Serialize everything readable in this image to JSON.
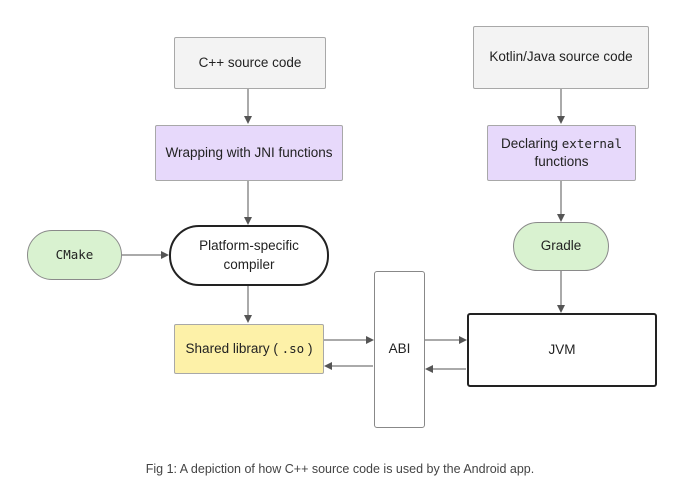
{
  "nodes": {
    "cpp_source": {
      "label": "C++ source code"
    },
    "wrapping_jni": {
      "label": "Wrapping with JNI functions"
    },
    "cmake": {
      "label": "CMake"
    },
    "compiler": {
      "label_line1": "Platform-specific",
      "label_line2": "compiler"
    },
    "shared_library": {
      "prefix": "Shared library (",
      "code": ".so",
      "suffix": ")"
    },
    "abi": {
      "label": "ABI"
    },
    "kotlin_source": {
      "label": "Kotlin/Java source code"
    },
    "declaring_external": {
      "prefix": "Declaring",
      "code": "external",
      "suffix": "functions"
    },
    "gradle": {
      "label": "Gradle"
    },
    "jvm": {
      "label": "JVM"
    }
  },
  "caption": "Fig 1: A depiction of how C++ source code is used by the Android app.",
  "colors": {
    "source_fill": "#f3f3f3",
    "jni_fill": "#e7d9fb",
    "tool_fill": "#d9f2d0",
    "library_fill": "#fdf1a8",
    "edge": "#555555"
  }
}
